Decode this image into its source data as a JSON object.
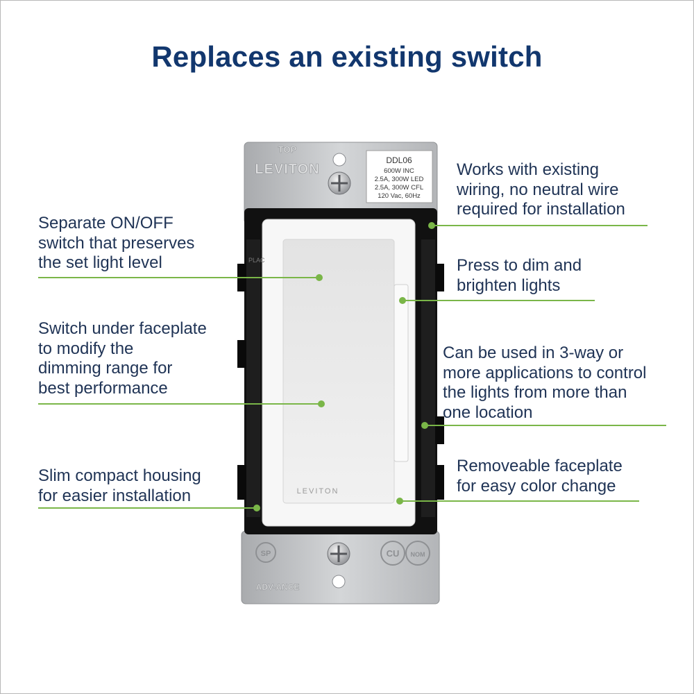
{
  "title": "Replaces an existing switch",
  "colors": {
    "title": "#12376e",
    "callout_text": "#1f3355",
    "callout_line": "#7ab648",
    "housing": "#111111",
    "strap": "#c2c4c6",
    "faceplate": "#eeeeee"
  },
  "callouts": {
    "onoff": "Separate ON/OFF\nswitch that preserves\nthe set light level",
    "range": "Switch under faceplate\nto modify the\ndimming range for\nbest performance",
    "slim": "Slim compact housing\nfor easier installation",
    "wiring": "Works with existing\nwiring, no neutral wire\nrequired for installation",
    "dim": "Press to dim and\nbrighten lights",
    "threeway": "Can be used in 3-way or\nmore applications to control\nthe lights from more than\none location",
    "faceplate": "Removeable faceplate\nfor easy color change"
  },
  "product": {
    "label": {
      "model": "DDL06",
      "line1": "600W INC",
      "line2": "2.5A, 300W LED",
      "line3": "2.5A, 300W CFL",
      "line4": "120 Vac, 60Hz"
    },
    "top_mark": "TOP",
    "brand_strap": "LEVITON",
    "brand_face": "LEVITON",
    "side_mark": "PLAC",
    "strap_bottom_mark": "ADV-ANCE",
    "cert_csa": "SP",
    "cert_cul": "CU",
    "cert_nom": "NOM"
  }
}
